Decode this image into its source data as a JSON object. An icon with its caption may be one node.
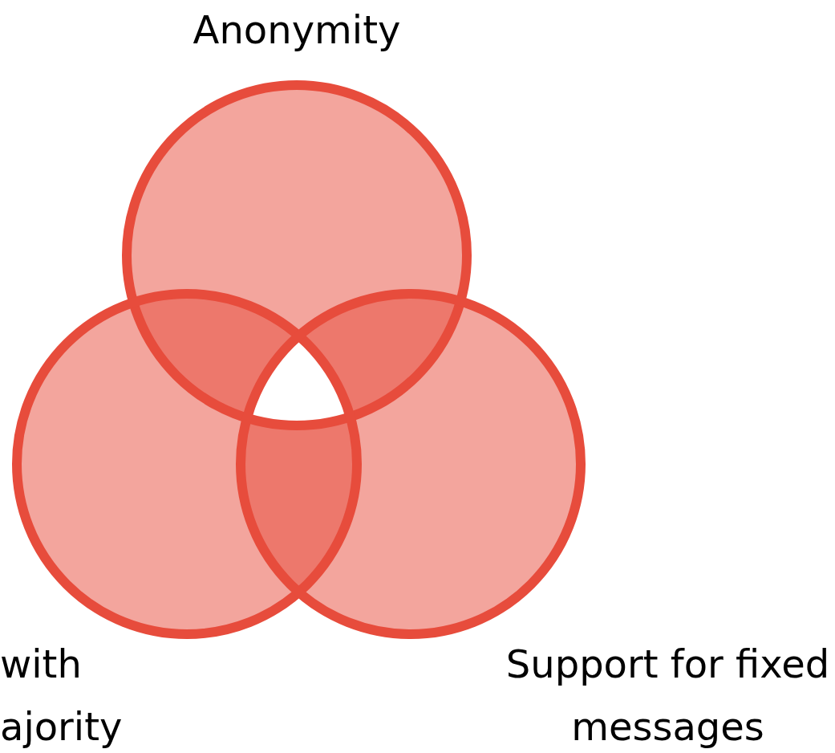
{
  "diagram": {
    "nodes": [
      {
        "text": [
          "Anonymity"
        ]
      },
      {
        "text": [
          "with ajority"
        ]
      },
      {
        "text": [
          "Support for fixed messages"
        ]
      }
    ]
  }
}
